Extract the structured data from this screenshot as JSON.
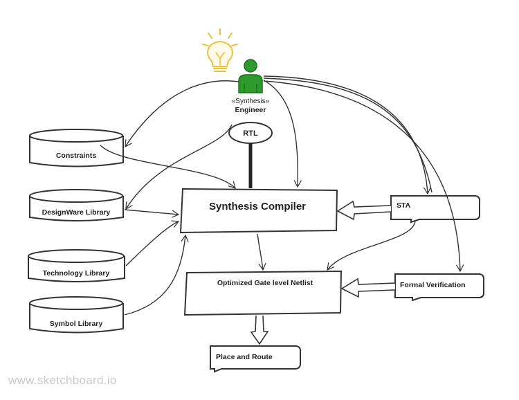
{
  "colors": {
    "stroke": "#333333",
    "text": "#222222",
    "engineer": "#2e9a2e",
    "bulb": "#e9c23a",
    "watermark": "#c9c9c9"
  },
  "actor": {
    "stereotype": "«Synthesis»",
    "name": "Engineer",
    "icon": "person-icon",
    "idea_icon": "lightbulb-icon"
  },
  "nodes": {
    "rtl": "RTL",
    "constraints": "Constraints",
    "designware_library": "DesignWare Library",
    "technology_library": "Technology Library",
    "symbol_library": "Symbol Library",
    "synthesis_compiler": "Synthesis Compiler",
    "sta": "STA",
    "netlist": "Optimized Gate level Netlist",
    "formal_verification": "Formal Verification",
    "place_and_route": "Place and Route"
  },
  "watermark": "www.sketchboard.io"
}
